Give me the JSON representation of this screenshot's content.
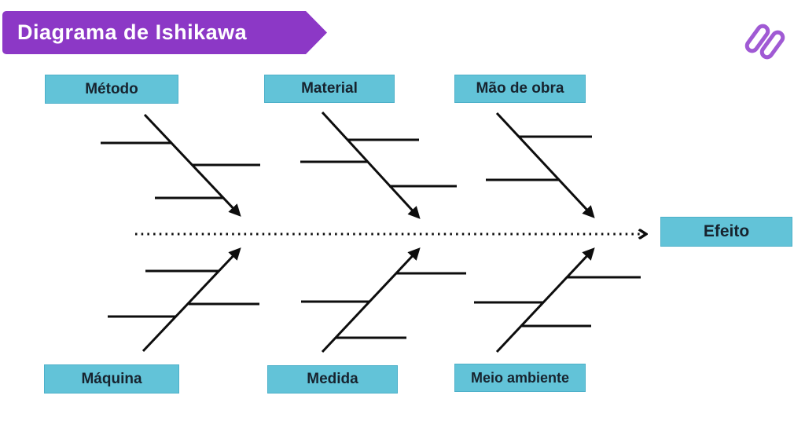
{
  "header": {
    "title": "Diagrama de Ishikawa"
  },
  "colors": {
    "banner": "#8c38c6",
    "logo_stroke": "#a05ad4",
    "box_fill": "#62c3d8",
    "box_border": "#4db0c9",
    "box_text": "#17232e",
    "line": "#0d0d0d"
  },
  "boxes": {
    "metodo": "Método",
    "material": "Material",
    "mao_de_obra": "Mão de obra",
    "maquina": "Máquina",
    "medida": "Medida",
    "meio_ambiente": "Meio ambiente",
    "efeito": "Efeito"
  },
  "diagram": {
    "type": "fishbone",
    "effect": "Efeito",
    "causes_top": [
      "Método",
      "Material",
      "Mão de obra"
    ],
    "causes_bottom": [
      "Máquina",
      "Medida",
      "Meio ambiente"
    ],
    "spine": [
      172,
      298,
      820,
      298
    ],
    "bones": [
      {
        "name": "metodo-bone",
        "main": [
          184,
          146,
          304,
          273
        ],
        "branches": [
          [
            128,
            182,
            219,
            182
          ],
          [
            245,
            210,
            331,
            210
          ],
          [
            197,
            252,
            285,
            252
          ]
        ]
      },
      {
        "name": "material-bone",
        "main": [
          410,
          143,
          532,
          276
        ],
        "branches": [
          [
            442,
            178,
            533,
            178
          ],
          [
            382,
            206,
            468,
            206
          ],
          [
            495,
            237,
            581,
            237
          ]
        ]
      },
      {
        "name": "mao-de-obra-bone",
        "main": [
          632,
          144,
          754,
          275
        ],
        "branches": [
          [
            660,
            174,
            753,
            174
          ],
          [
            618,
            229,
            712,
            229
          ]
        ]
      },
      {
        "name": "maquina-bone",
        "main": [
          182,
          447,
          304,
          318
        ],
        "branches": [
          [
            185,
            345,
            278,
            345
          ],
          [
            240,
            387,
            330,
            387
          ],
          [
            137,
            403,
            224,
            403
          ]
        ]
      },
      {
        "name": "medida-bone",
        "main": [
          410,
          448,
          532,
          318
        ],
        "branches": [
          [
            504,
            348,
            593,
            348
          ],
          [
            383,
            384,
            470,
            384
          ],
          [
            427,
            430,
            517,
            430
          ]
        ]
      },
      {
        "name": "meio-ambiente-bone",
        "main": [
          632,
          448,
          754,
          318
        ],
        "branches": [
          [
            722,
            353,
            815,
            353
          ],
          [
            603,
            385,
            691,
            385
          ],
          [
            664,
            415,
            752,
            415
          ]
        ]
      }
    ]
  }
}
